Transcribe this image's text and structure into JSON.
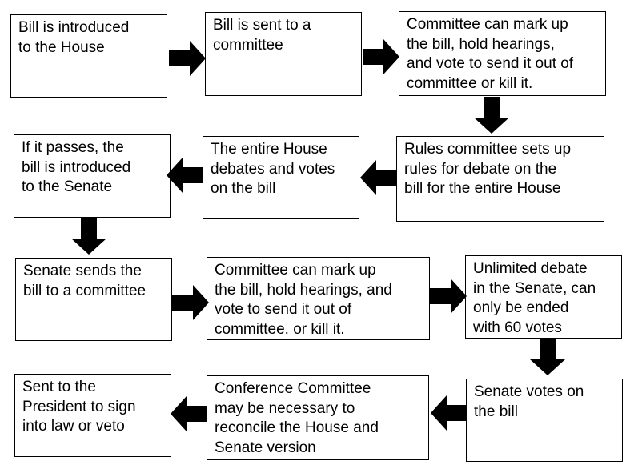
{
  "steps": {
    "s1": "Bill is introduced\nto the House",
    "s2": "Bill is sent to a\ncommittee",
    "s3": "Committee can mark up\nthe bill, hold hearings,\nand vote to send it out of\ncommittee or kill it.",
    "s4": "Rules committee sets up\nrules for debate on the\nbill for the entire House",
    "s5": "The entire House\ndebates and votes\non the bill",
    "s6": "If it passes, the\nbill is introduced\nto the Senate",
    "s7": "Senate sends the\nbill to a committee",
    "s8": "Committee can mark up\nthe bill, hold hearings, and\nvote to send it out of\ncommittee. or kill it.",
    "s9": "Unlimited debate\nin the Senate, can\nonly be ended\nwith 60 votes",
    "s10": "Senate votes on\nthe bill",
    "s11": "Conference Committee\nmay be necessary to\nreconcile the House and\nSenate version",
    "s12": "Sent to the\nPresident to sign\ninto law or veto"
  }
}
